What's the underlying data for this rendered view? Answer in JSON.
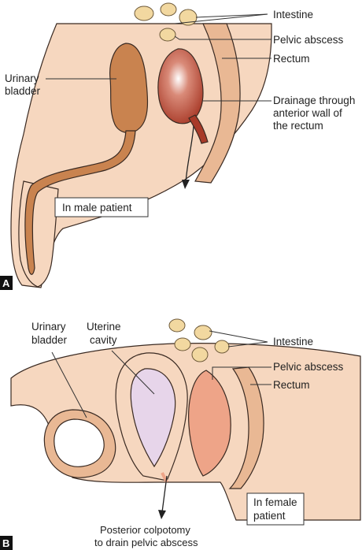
{
  "colors": {
    "skin": "#f6d7bf",
    "skin_dark": "#e9b894",
    "bladder_male": "#c9834f",
    "abscess_male": "#a83a28",
    "uterus": "#e7d5ea",
    "abscess_female": "#eea488",
    "intestine": "#f2d8a0",
    "badge": "#111111"
  },
  "panel_a": {
    "letter": "A",
    "caption": "In male patient",
    "labels": {
      "intestine": "Intestine",
      "pelvic_abscess": "Pelvic abscess",
      "rectum": "Rectum",
      "urinary_bladder_1": "Urinary",
      "urinary_bladder_2": "bladder",
      "drainage_1": "Drainage through",
      "drainage_2": "anterior wall of",
      "drainage_3": "the rectum"
    }
  },
  "panel_b": {
    "letter": "B",
    "caption_1": "In female",
    "caption_2": "patient",
    "labels": {
      "urinary_bladder_1": "Urinary",
      "urinary_bladder_2": "bladder",
      "uterine_1": "Uterine",
      "uterine_2": "cavity",
      "intestine": "Intestine",
      "pelvic_abscess": "Pelvic abscess",
      "rectum": "Rectum",
      "colpotomy_1": "Posterior colpotomy",
      "colpotomy_2": "to drain pelvic abscess"
    }
  }
}
